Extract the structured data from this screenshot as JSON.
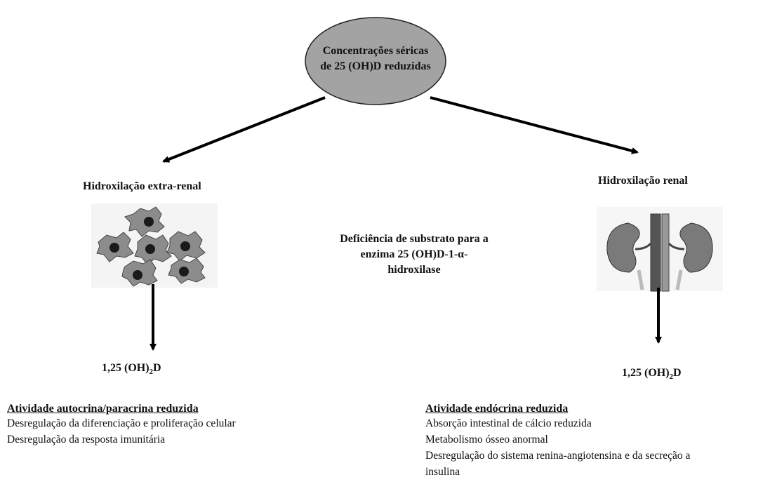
{
  "top_node": {
    "line1": "Concentrações séricas",
    "line2": "de 25 (OH)D reduzidas",
    "fill": "#a3a3a3"
  },
  "left_branch": {
    "title": "Hidroxilação extra-renal",
    "image": "cell-cluster-icon",
    "product_prefix": "1,25 (OH)",
    "product_sub": "2",
    "product_suffix": "D",
    "effects_heading": "Atividade autocrina/paracrina reduzida",
    "effects": [
      "Desregulação da diferenciação e proliferação celular",
      "Desregulação da resposta imunitária"
    ]
  },
  "center_note": {
    "line1": "Deficiência de substrato para a",
    "line2": "enzima 25 (OH)D-1-α-",
    "line3": "hidroxilase"
  },
  "right_branch": {
    "title": "Hidroxilação renal",
    "image": "kidney-icon",
    "product_prefix": "1,25 (OH)",
    "product_sub": "2",
    "product_suffix": "D",
    "effects_heading": "Atividade endócrina reduzida",
    "effects": [
      "Absorção intestinal de cálcio reduzida",
      "Metabolismo ósseo anormal",
      "Desregulação do sistema renina-angiotensina e da secreção a",
      "insulina"
    ]
  }
}
